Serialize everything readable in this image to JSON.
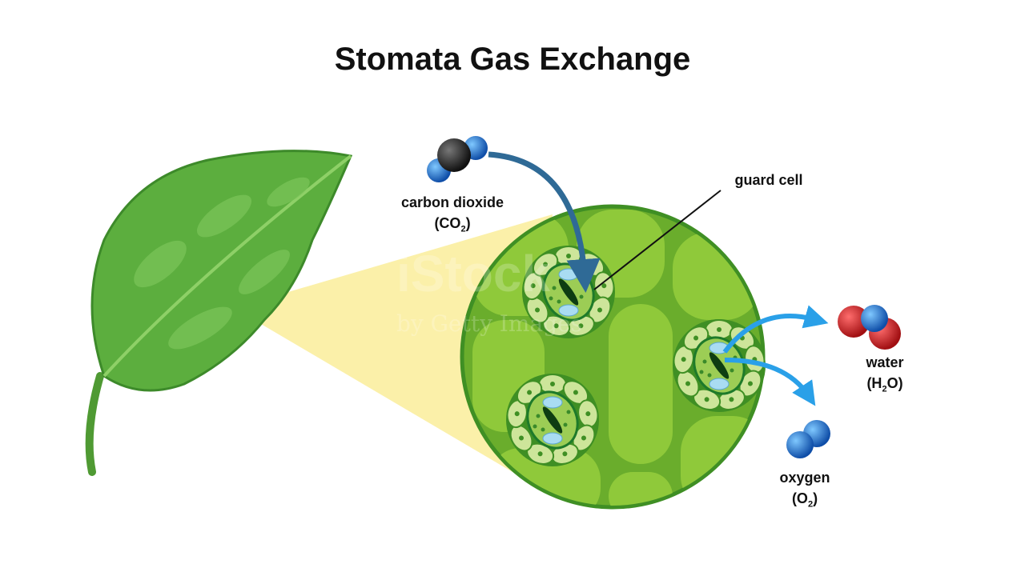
{
  "title": "Stomata Gas Exchange",
  "labels": {
    "carbon_dioxide": {
      "name": "carbon dioxide",
      "formula_pre": "(CO",
      "formula_sub": "2",
      "formula_post": ")"
    },
    "guard_cell": "guard cell",
    "water": {
      "name": "water",
      "formula_pre": "(H",
      "formula_sub": "2",
      "formula_post": "O)"
    },
    "oxygen": {
      "name": "oxygen",
      "formula_pre": "(O",
      "formula_sub": "2",
      "formula_post": ")"
    }
  },
  "watermark": {
    "line1": "iStock",
    "line2": "by Getty Images"
  },
  "colors": {
    "leaf": "#5cae3e",
    "cell_bg": "#8fc93a",
    "co2_arrow": "#2f6a96",
    "out_arrow": "#2aa0e8",
    "cone": "#fbeea0"
  }
}
